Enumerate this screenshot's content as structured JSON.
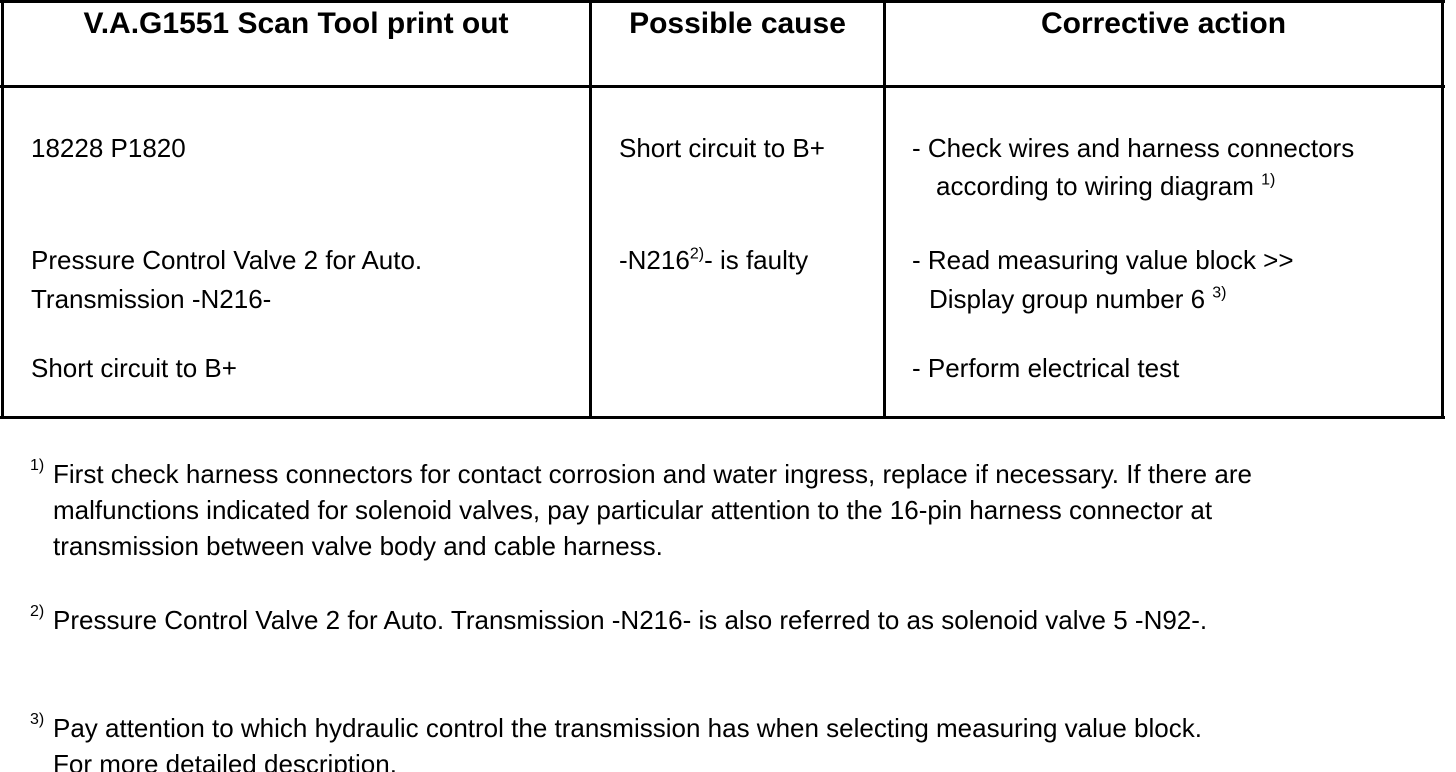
{
  "table": {
    "headers": {
      "col1": "V.A.G1551 Scan Tool print out",
      "col2": "Possible cause",
      "col3": "Corrective action"
    },
    "col1": {
      "code": "18228 P1820",
      "name_line1": "Pressure Control Valve 2 for Auto.",
      "name_line2": "Transmission -N216-",
      "fault": "Short circuit to B+"
    },
    "col2": {
      "cause1": "Short circuit to B+",
      "cause2_pre": "-N216",
      "cause2_sup": "2)",
      "cause2_post": "- is faulty"
    },
    "col3": {
      "action1_line1": "- Check wires and harness connectors",
      "action1_line2": "according to wiring diagram ",
      "action1_sup": "1)",
      "action2_line1": "- Read measuring value block >>",
      "action2_line2": "Display group number 6 ",
      "action2_sup": "3)",
      "action3": "- Perform electrical test"
    }
  },
  "footnotes": [
    {
      "mark": "1)",
      "text": "First check harness connectors for contact corrosion and water ingress, replace if necessary. If there are malfunctions indicated for solenoid valves, pay particular attention to the 16-pin harness connector at transmission between valve body and cable harness."
    },
    {
      "mark": "2)",
      "text": "Pressure Control Valve 2 for Auto. Transmission -N216- is also referred to as solenoid valve 5 -N92-."
    },
    {
      "mark": "3)",
      "text": "Pay attention to which hydraulic control the transmission has when selecting measuring value block. For more detailed description."
    }
  ]
}
